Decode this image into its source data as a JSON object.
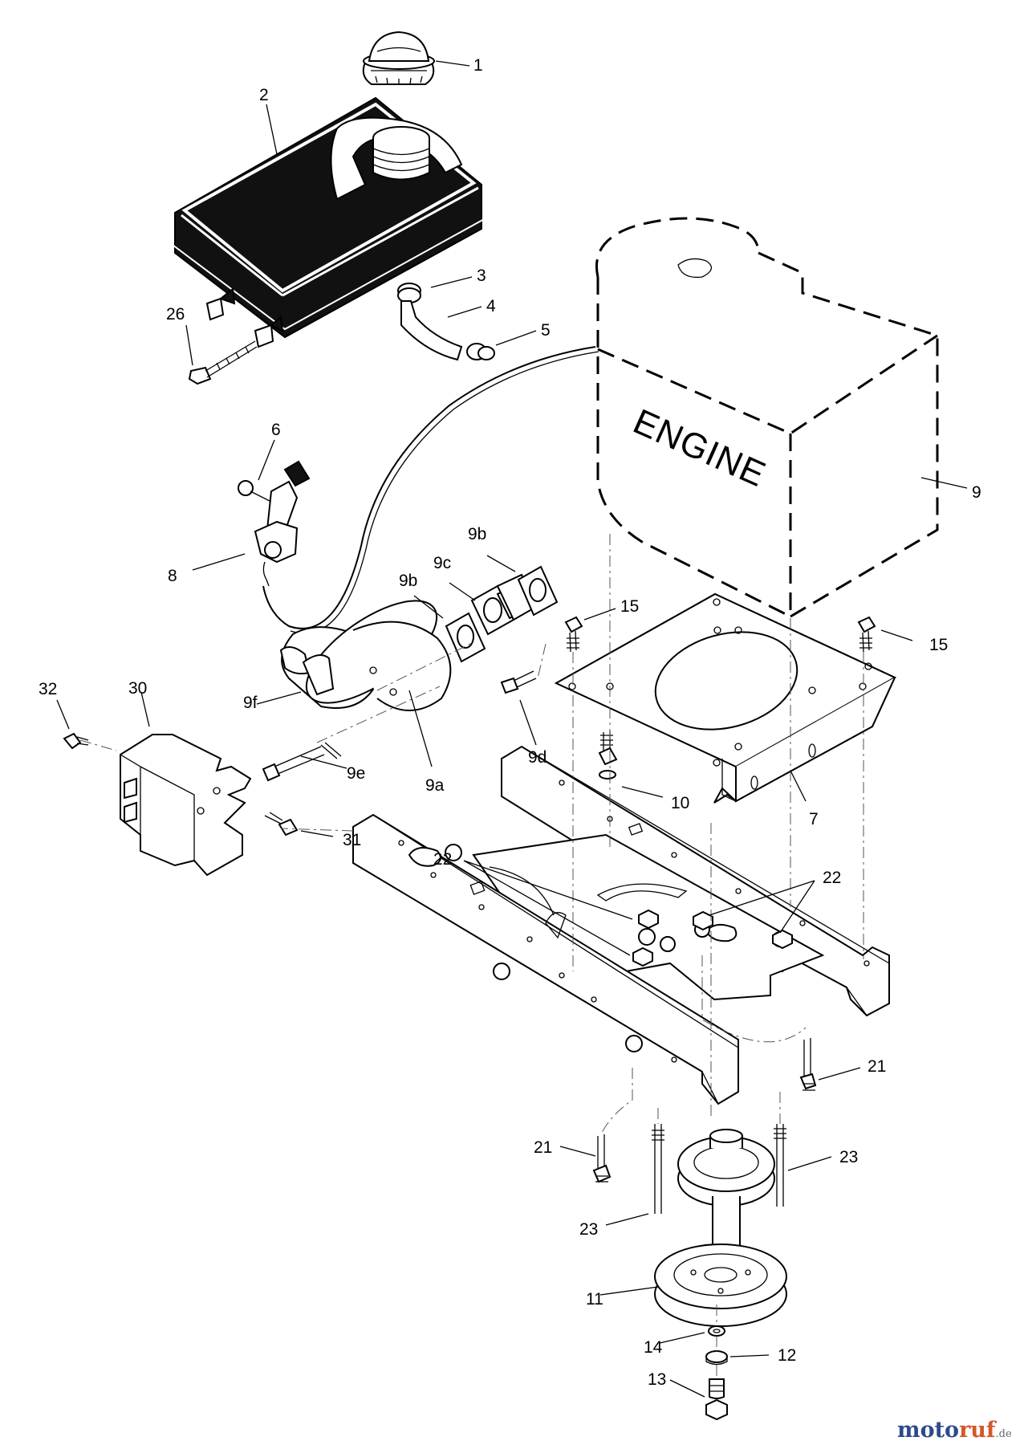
{
  "engine_text": "ENGINE",
  "callouts": [
    "1",
    "2",
    "3",
    "4",
    "5",
    "6",
    "8",
    "9",
    "9b",
    "9c",
    "9b",
    "15",
    "15",
    "32",
    "30",
    "9f",
    "9e",
    "9a",
    "9d",
    "10",
    "7",
    "31",
    "22",
    "22",
    "21",
    "21",
    "23",
    "23",
    "11",
    "14",
    "12",
    "13",
    "26"
  ],
  "watermark": {
    "brand_a": "moto",
    "brand_b": "ruf",
    "suffix": ".de"
  },
  "colors": {
    "line": "#000000",
    "watermark_blue": "#2e4a8c",
    "watermark_orange": "#d2572a"
  }
}
